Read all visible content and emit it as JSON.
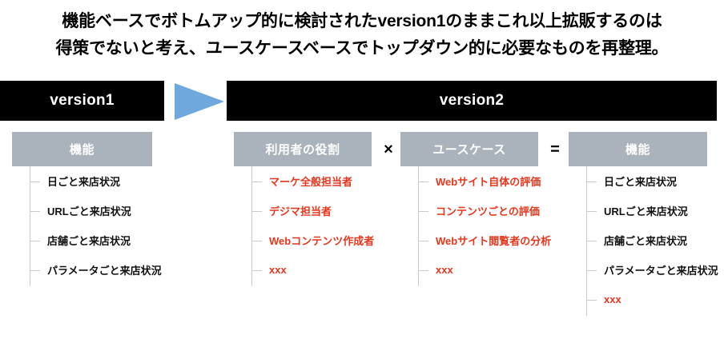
{
  "title": {
    "line1": "機能ベースでボトムアップ的に検討されたversion1のままこれ以上拡販するのは",
    "line2": "得策でないと考え、ユースケースベースでトップダウン的に必要なものを再整理。"
  },
  "bars": {
    "version1": "version1",
    "version2": "version2"
  },
  "operators": {
    "times": "×",
    "equals": "="
  },
  "colors": {
    "bar_background": "#000000",
    "bar_text": "#ffffff",
    "arrow": "#6fa8dc",
    "group_header_background": "#aab2bc",
    "group_header_text": "#ffffff",
    "tree_line": "#c6ccd2",
    "accent_red": "#e8361c",
    "item_text": "#111111",
    "page_background": "#ffffff"
  },
  "groups": [
    {
      "id": "group-1",
      "header": "機能",
      "items": [
        {
          "label": "日ごと来店状況",
          "color": "black"
        },
        {
          "label": "URLごと来店状況",
          "color": "black"
        },
        {
          "label": "店舗ごと来店状況",
          "color": "black"
        },
        {
          "label": "パラメータごと来店状況",
          "color": "black"
        }
      ]
    },
    {
      "id": "group-2",
      "header": "利用者の役割",
      "items": [
        {
          "label": "マーケ全般担当者",
          "color": "red"
        },
        {
          "label": "デジマ担当者",
          "color": "red"
        },
        {
          "label": "Webコンテンツ作成者",
          "color": "red"
        },
        {
          "label": "xxx",
          "color": "red"
        }
      ]
    },
    {
      "id": "group-3",
      "header": "ユースケース",
      "items": [
        {
          "label": "Webサイト自体の評価",
          "color": "red"
        },
        {
          "label": "コンテンツごとの評価",
          "color": "red"
        },
        {
          "label": "Webサイト閲覧者の分析",
          "color": "red"
        },
        {
          "label": "xxx",
          "color": "red"
        }
      ]
    },
    {
      "id": "group-4",
      "header": "機能",
      "items": [
        {
          "label": "日ごと来店状況",
          "color": "black"
        },
        {
          "label": "URLごと来店状況",
          "color": "black"
        },
        {
          "label": "店舗ごと来店状況",
          "color": "black"
        },
        {
          "label": "パラメータごと来店状況",
          "color": "black"
        },
        {
          "label": "xxx",
          "color": "red"
        }
      ]
    }
  ]
}
